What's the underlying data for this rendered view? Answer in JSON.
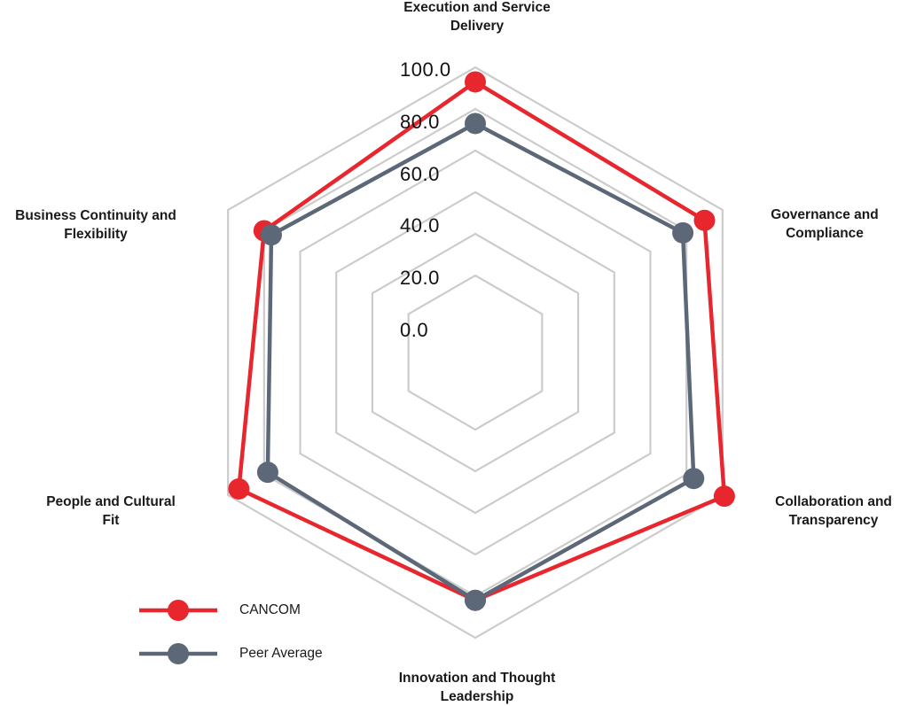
{
  "chart_data": {
    "type": "radar",
    "axes": [
      "Execution and Service\nDelivery",
      "Governance and\nCompliance",
      "Collaboration and\nTransparency",
      "Innovation and Thought\nLeadership",
      "People and Cultural\nFit",
      "Business Continuity and\nFlexibility"
    ],
    "ticks": [
      "0.0",
      "20.0",
      "40.0",
      "60.0",
      "80.0",
      "100.0"
    ],
    "rlim": [
      0,
      100
    ],
    "grid": true,
    "legend_position": "bottom-left",
    "series": [
      {
        "name": "CANCOM",
        "color": "#e8262e",
        "values": [
          93,
          90,
          101,
          82,
          94,
          80
        ]
      },
      {
        "name": "Peer Average",
        "color": "#5c6878",
        "values": [
          73,
          78,
          84,
          82,
          78,
          76
        ]
      }
    ]
  }
}
